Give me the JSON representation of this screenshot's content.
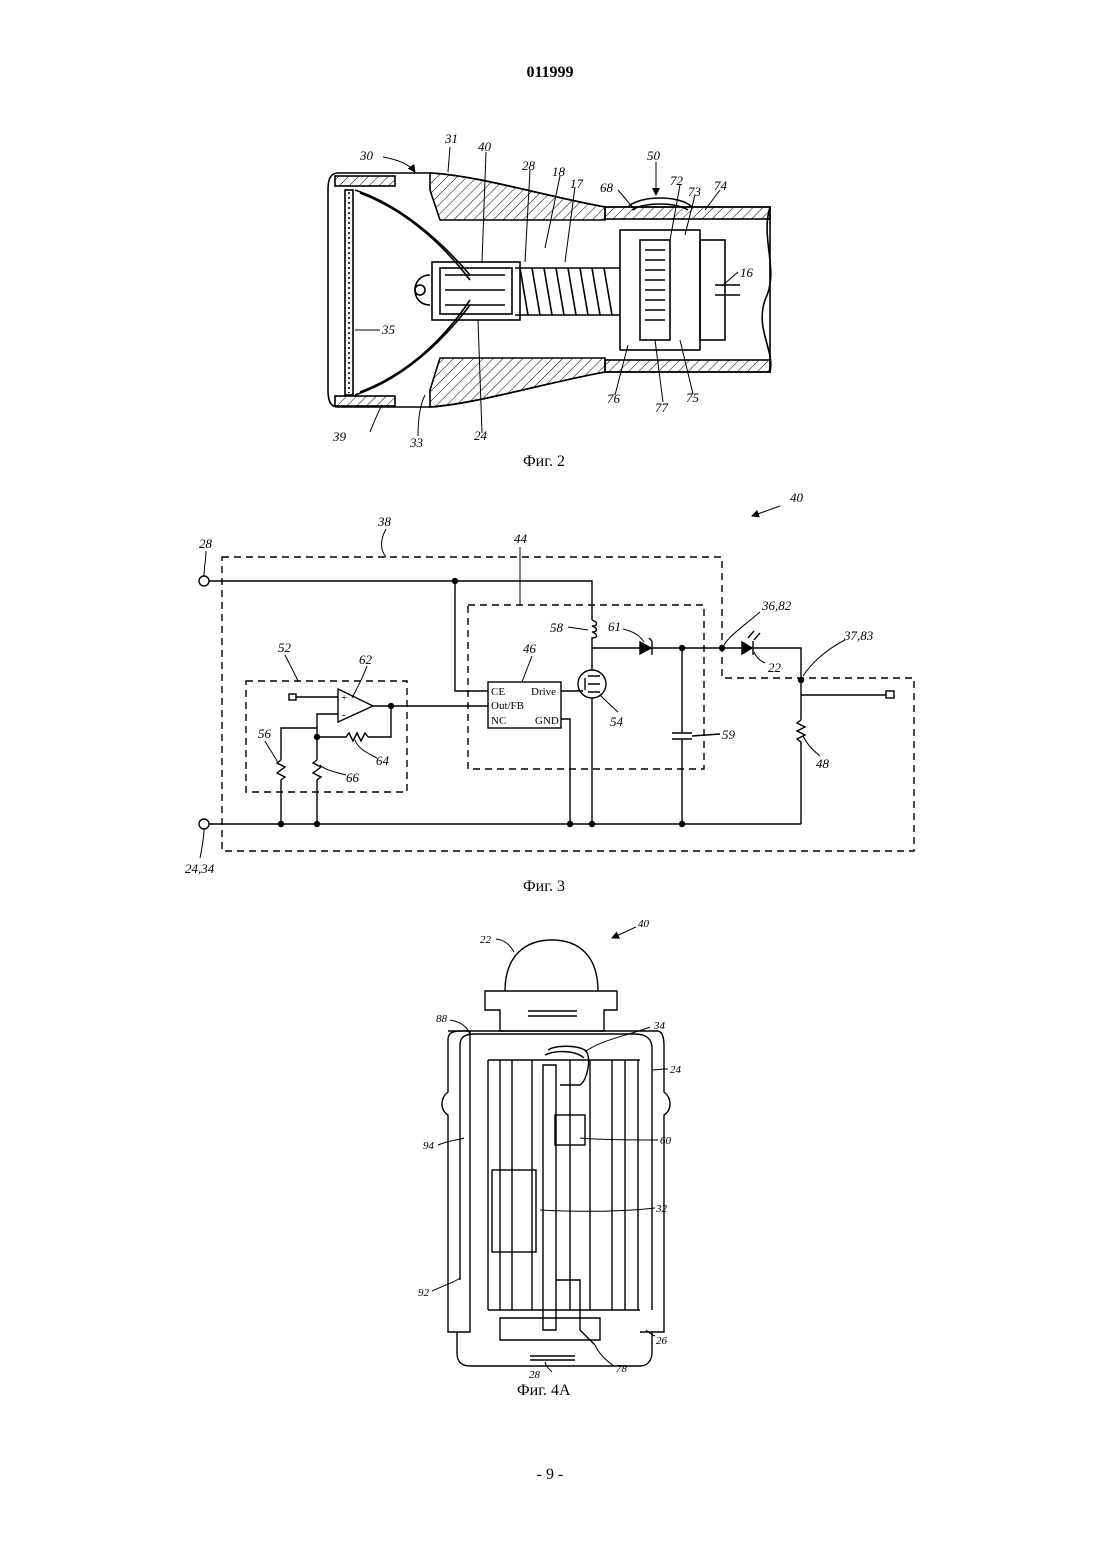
{
  "document_number": "011999",
  "page_number": "- 9 -",
  "fig2": {
    "caption": "Фиг. 2",
    "labels": {
      "l30": "30",
      "l31": "31",
      "l40": "40",
      "l28": "28",
      "l18": "18",
      "l17": "17",
      "l50": "50",
      "l68": "68",
      "l72": "72",
      "l73": "73",
      "l74": "74",
      "l16": "16",
      "l35": "35",
      "l39": "39",
      "l33": "33",
      "l24": "24",
      "l76": "76",
      "l77": "77",
      "l75": "75"
    }
  },
  "fig3": {
    "caption": "Фиг. 3",
    "labels": {
      "l40": "40",
      "l38": "38",
      "l44": "44",
      "l28": "28",
      "l24_34": "24,34",
      "l52": "52",
      "l62": "62",
      "l46": "46",
      "l58": "58",
      "l61": "61",
      "l36_82": "36,82",
      "l37_83": "37,83",
      "l22": "22",
      "l54": "54",
      "l59": "59",
      "l56": "56",
      "l64": "64",
      "l66": "66",
      "l48": "48"
    },
    "chip_pins": {
      "ce": "CE",
      "drive": "Drive",
      "out_fb": "Out/FB",
      "nc": "NC",
      "gnd": "GND"
    },
    "opamp": {
      "plus": "+",
      "minus": "-"
    }
  },
  "fig4a": {
    "caption": "Фиг. 4А",
    "labels": {
      "l40": "40",
      "l22": "22",
      "l88": "88",
      "l34": "34",
      "l24": "24",
      "l94": "94",
      "l60": "60",
      "l32": "32",
      "l92": "92",
      "l26": "26",
      "l28": "28",
      "l78": "78"
    }
  }
}
